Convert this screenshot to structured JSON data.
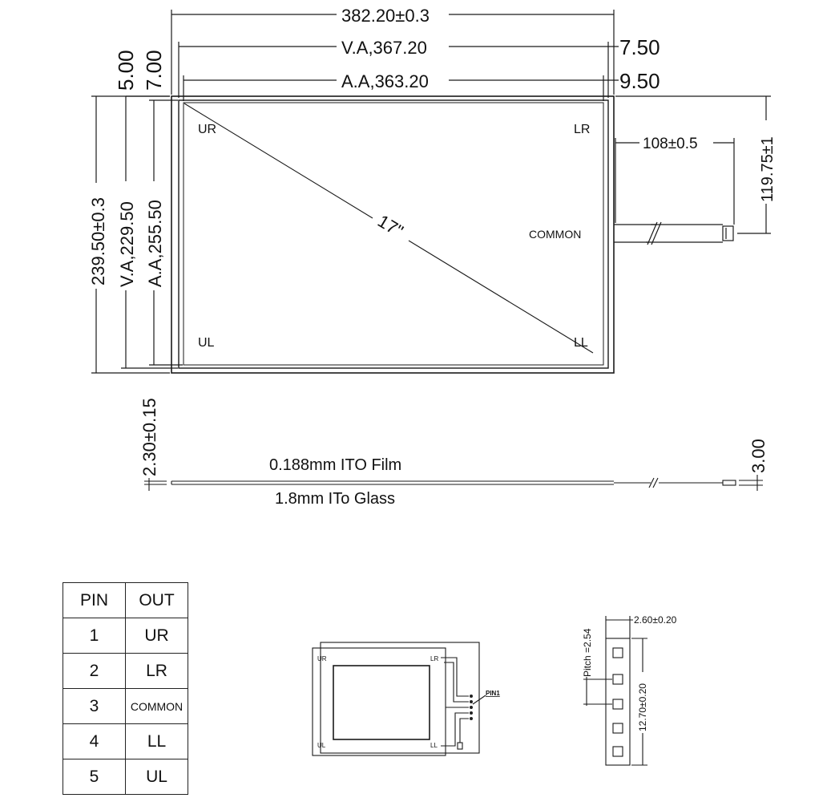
{
  "top_view": {
    "dim_overall_width": "382.20±0.3",
    "dim_va_width": "V.A,367.20",
    "dim_aa_width": "A.A,363.20",
    "dim_right_va_offset": "7.50",
    "dim_right_aa_offset": "9.50",
    "dim_left_va_offset": "5.00",
    "dim_left_aa_offset": "7.00",
    "dim_overall_height": "239.50±0.3",
    "dim_va_height": "V.A,229.50",
    "dim_aa_height": "A.A,255.50",
    "dim_tail_length": "108±0.5",
    "dim_tail_position": "119.75±1",
    "diagonal_size": "17\"",
    "corner_ur": "UR",
    "corner_lr": "LR",
    "corner_ul": "UL",
    "corner_ll": "LL",
    "common_label": "COMMON"
  },
  "side_view": {
    "dim_thickness": "2.30±0.15",
    "dim_tail_thickness": "3.00",
    "film_label": "0.188mm ITO Film",
    "glass_label": "1.8mm ITo Glass"
  },
  "pin_table": {
    "headers": [
      "PIN",
      "OUT"
    ],
    "rows": [
      {
        "pin": "1",
        "out": "UR"
      },
      {
        "pin": "2",
        "out": "LR"
      },
      {
        "pin": "3",
        "out": "COMMON"
      },
      {
        "pin": "4",
        "out": "LL"
      },
      {
        "pin": "5",
        "out": "UL"
      }
    ]
  },
  "schematic": {
    "corner_ur": "UR",
    "corner_lr": "LR",
    "corner_ul": "UL",
    "corner_ll": "LL",
    "pin1_label": "PIN1"
  },
  "connector_detail": {
    "pitch_label": "Pitch =2.54",
    "width_dim": "2.60±0.20",
    "length_dim": "12.70±0.20"
  }
}
